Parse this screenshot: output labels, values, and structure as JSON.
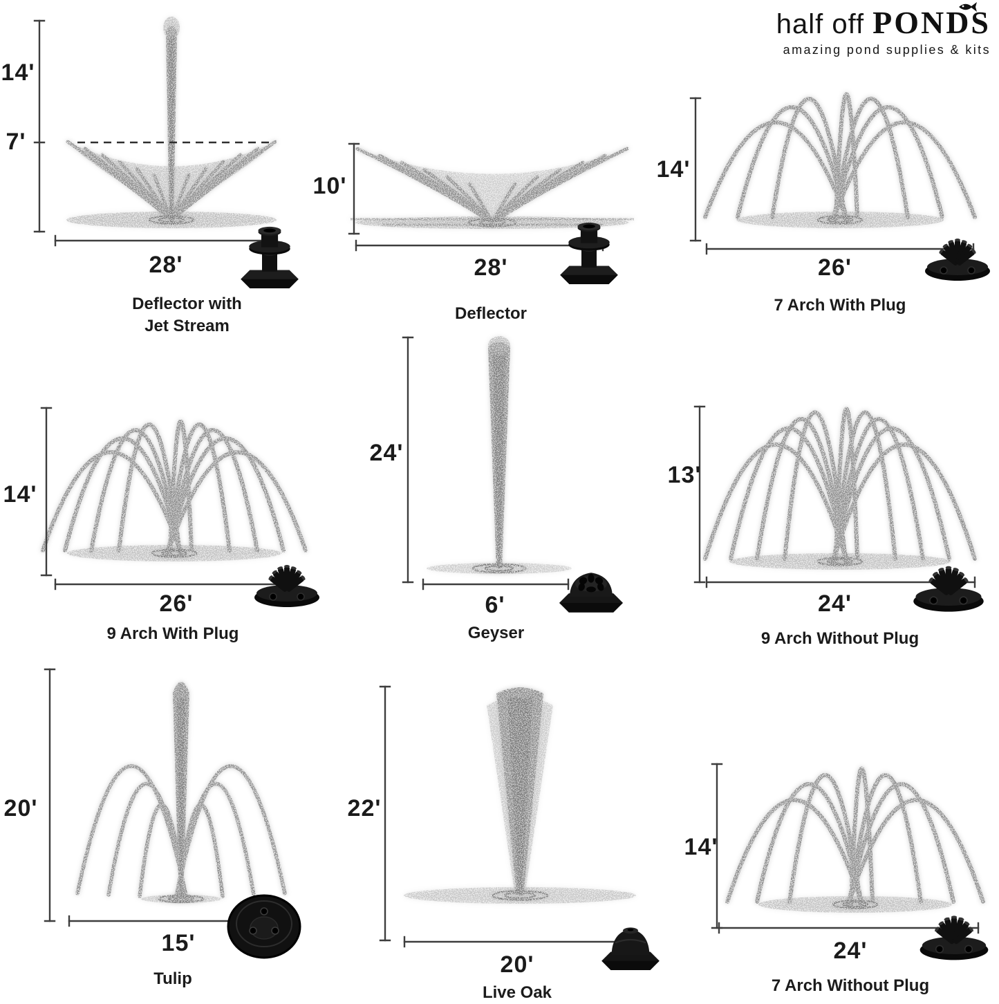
{
  "logo": {
    "brand_light": "half off",
    "brand_bold": "PONDS",
    "tagline": "amazing pond supplies & kits",
    "fish_icon": "fish-icon"
  },
  "panels": [
    {
      "id": "deflector-with-jet-stream",
      "name": "Deflector with Jet Stream",
      "height": "14'",
      "height_secondary": "7'",
      "width": "28'",
      "nozzle_icon": "deflector-nozzle-icon",
      "pattern": "deflector-with-jet"
    },
    {
      "id": "deflector",
      "name": "Deflector",
      "height": "10'",
      "width": "28'",
      "nozzle_icon": "deflector-nozzle-icon",
      "pattern": "deflector-fan"
    },
    {
      "id": "7-arch-with-plug",
      "name": "7 Arch With Plug",
      "height": "14'",
      "width": "26'",
      "nozzle_icon": "arch-cluster-nozzle-icon",
      "pattern": "7-arch"
    },
    {
      "id": "9-arch-with-plug",
      "name": "9 Arch With Plug",
      "height": "14'",
      "width": "26'",
      "nozzle_icon": "arch-cluster-nozzle-icon",
      "pattern": "9-arch"
    },
    {
      "id": "geyser",
      "name": "Geyser",
      "height": "24'",
      "width": "6'",
      "nozzle_icon": "geyser-dome-nozzle-icon",
      "pattern": "geyser-column"
    },
    {
      "id": "9-arch-without-plug",
      "name": "9 Arch Without Plug",
      "height": "13'",
      "width": "24'",
      "nozzle_icon": "arch-cluster-nozzle-icon",
      "pattern": "9-arch"
    },
    {
      "id": "tulip",
      "name": "Tulip",
      "height": "20'",
      "width": "15'",
      "nozzle_icon": "tulip-disc-nozzle-icon",
      "pattern": "tulip"
    },
    {
      "id": "live-oak",
      "name": "Live Oak",
      "height": "22'",
      "width": "20'",
      "nozzle_icon": "dome-nozzle-icon",
      "pattern": "live-oak-column"
    },
    {
      "id": "7-arch-without-plug",
      "name": "7 Arch Without Plug",
      "height": "14'",
      "width": "24'",
      "nozzle_icon": "arch-cluster-nozzle-icon",
      "pattern": "7-arch"
    }
  ],
  "colors": {
    "bg": "#ffffff",
    "ink": "#1b1b1b",
    "measure": "#3d3d3d",
    "spray": "#8d8d8d",
    "nozzle": "#0d0d0d"
  }
}
